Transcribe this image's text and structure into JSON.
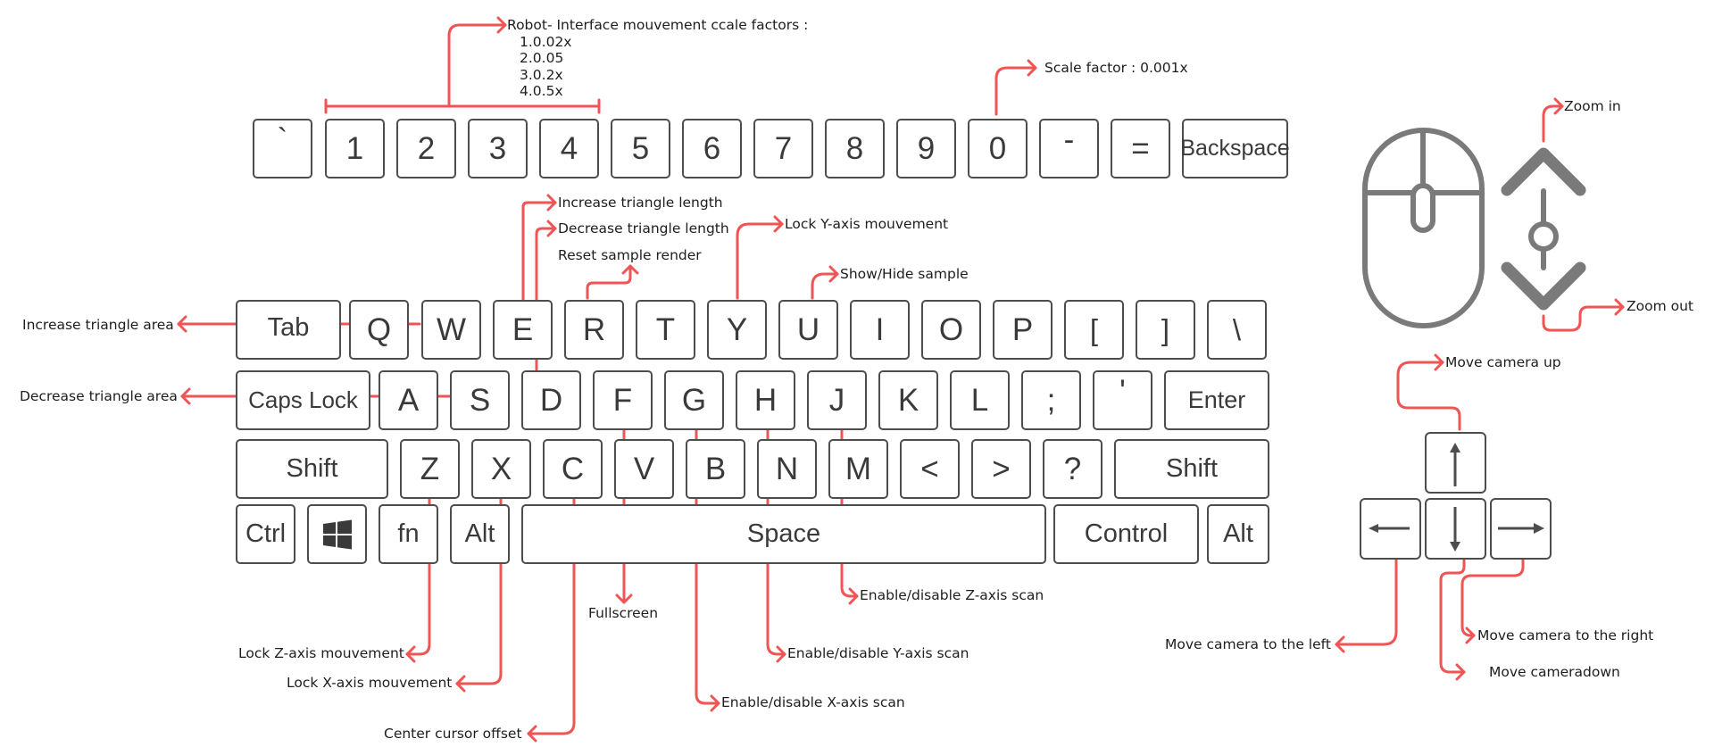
{
  "colors": {
    "annotation": "#f05454",
    "key_border": "#4d4d4d",
    "key_text": "#3a3a3a",
    "mouse": "#7a7a7a"
  },
  "keyboard": {
    "row0": [
      "`",
      "1",
      "2",
      "3",
      "4",
      "5",
      "6",
      "7",
      "8",
      "9",
      "0",
      "-",
      "=",
      "Backspace"
    ],
    "row1": [
      "Tab",
      "Q",
      "W",
      "E",
      "R",
      "T",
      "Y",
      "U",
      "I",
      "O",
      "P",
      "[",
      "]",
      "\\"
    ],
    "row2": [
      "Caps Lock",
      "A",
      "S",
      "D",
      "F",
      "G",
      "H",
      "J",
      "K",
      "L",
      ";",
      "'",
      "Enter"
    ],
    "row3": [
      "Shift",
      "Z",
      "X",
      "C",
      "V",
      "B",
      "N",
      "M",
      "<",
      ">",
      "?",
      "Shift"
    ],
    "row4": [
      "Ctrl",
      "fn",
      "Alt",
      "Space",
      "Control",
      "Alt"
    ],
    "windows_key_icon": "windows-logo-icon"
  },
  "annotations": {
    "scale_title": "Robot- Interface mouvement ccale factors :",
    "scale_1": "1.0.02x",
    "scale_2": "2.0.05",
    "scale_3": "3.0.2x",
    "scale_4": "4.0.5x",
    "scale_factor_0": "Scale factor  : 0.001x",
    "increase_triangle_length": "Increase triangle length",
    "decrease_triangle_length": "Decrease triangle length",
    "reset_sample_render": "Reset sample render",
    "lock_y": "Lock Y-axis mouvement",
    "show_hide_sample": "Show/Hide sample",
    "increase_triangle_area": "Increase triangle area",
    "decrease_triangle_area": "Decrease triangle area",
    "fullscreen": "Fullscreen",
    "enable_z": "Enable/disable Z-axis scan",
    "enable_y": "Enable/disable Y-axis scan",
    "enable_x": "Enable/disable X-axis scan",
    "lock_z": "Lock Z-axis mouvement",
    "lock_x": "Lock X-axis mouvement",
    "center_cursor": "Center cursor offset",
    "zoom_in": "Zoom in",
    "zoom_out": "Zoom out",
    "move_up": "Move camera up",
    "move_left": "Move camera to the left",
    "move_right": "Move camera to the right",
    "move_down": "Move cameradown"
  },
  "icons": [
    "mouse-icon",
    "scroll-up-chevron-icon",
    "scroll-down-chevron-icon",
    "arrow-up-key-icon",
    "arrow-left-key-icon",
    "arrow-down-key-icon",
    "arrow-right-key-icon"
  ]
}
